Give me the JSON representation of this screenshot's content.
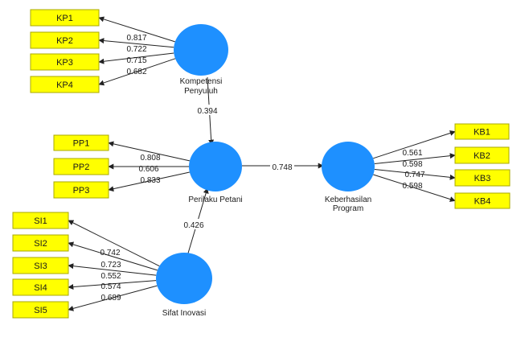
{
  "colors": {
    "construct_fill": "#1e90ff",
    "indicator_fill": "#ffff00",
    "indicator_border": "#a8a800",
    "arrow": "#222222",
    "background": "#ffffff"
  },
  "constructs": {
    "kp": {
      "label_lines": [
        "Kompetensi",
        "Penyuluh"
      ]
    },
    "pp": {
      "label_lines": [
        "Perilaku Petani"
      ]
    },
    "kb": {
      "label_lines": [
        "Keberhasilan",
        "Program"
      ]
    },
    "si": {
      "label_lines": [
        "Sifat Inovasi"
      ]
    }
  },
  "indicators": {
    "kp": [
      {
        "label": "KP1",
        "loading": "0.817"
      },
      {
        "label": "KP2",
        "loading": "0.722"
      },
      {
        "label": "KP3",
        "loading": "0.715"
      },
      {
        "label": "KP4",
        "loading": "0.682"
      }
    ],
    "pp": [
      {
        "label": "PP1",
        "loading": "0.808"
      },
      {
        "label": "PP2",
        "loading": "0.606"
      },
      {
        "label": "PP3",
        "loading": "0.833"
      }
    ],
    "kb": [
      {
        "label": "KB1",
        "loading": "0.561"
      },
      {
        "label": "KB2",
        "loading": "0.598"
      },
      {
        "label": "KB3",
        "loading": "0.747"
      },
      {
        "label": "KB4",
        "loading": "0.598"
      }
    ],
    "si": [
      {
        "label": "SI1",
        "loading": "0.742"
      },
      {
        "label": "SI2",
        "loading": "0.723"
      },
      {
        "label": "SI3",
        "loading": "0.552"
      },
      {
        "label": "SI4",
        "loading": "0.574"
      },
      {
        "label": "SI5",
        "loading": "0.689"
      }
    ]
  },
  "paths": {
    "kp_to_pp": "0.394",
    "si_to_pp": "0.426",
    "pp_to_kb": "0.748"
  }
}
